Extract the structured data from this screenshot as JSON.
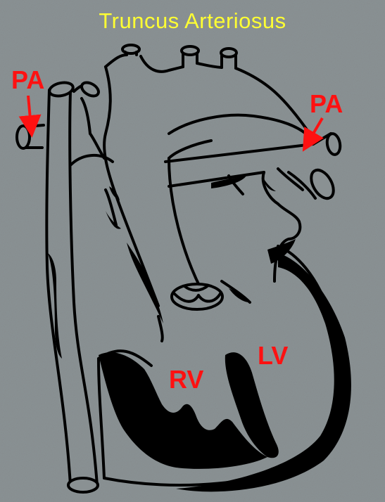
{
  "title": "Truncus Arteriosus",
  "labels": {
    "pa_left": "PA",
    "pa_right": "PA",
    "rv": "RV",
    "lv": "LV"
  },
  "colors": {
    "background": "#8a9193",
    "outline": "#000000",
    "title": "#ffff33",
    "labels": "#ff1111"
  }
}
